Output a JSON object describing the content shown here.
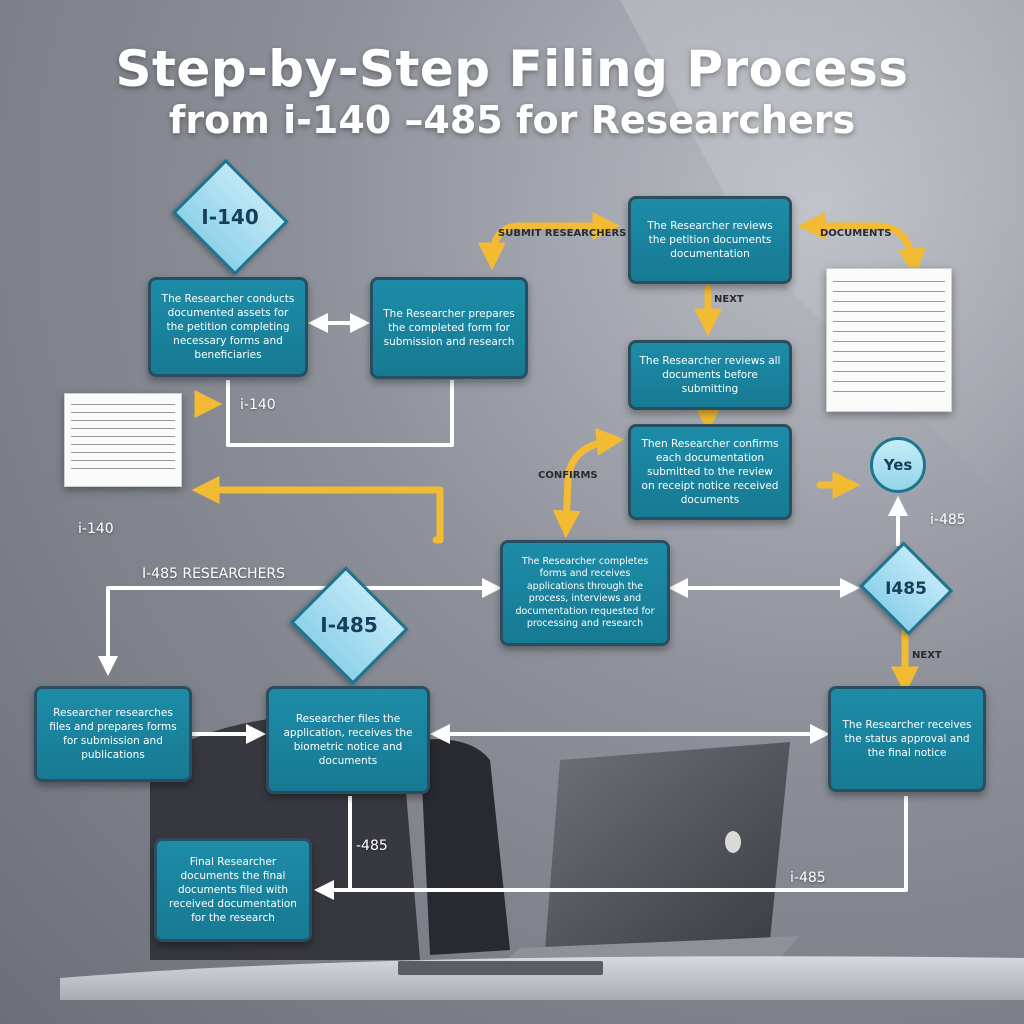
{
  "title": {
    "line1": "Step-by-Step Filing Process",
    "line2": "from i-140 –485 for Researchers"
  },
  "decisions": {
    "i140_top": "I-140",
    "i485_left": "I-485",
    "i485_right": "I485",
    "yes": "Yes"
  },
  "boxes": [
    {
      "name": "process-box-1",
      "text": "The Researcher conducts documented assets for the petition completing necessary forms and beneficiaries"
    },
    {
      "name": "process-box-2",
      "text": "The Researcher prepares the completed form for submission and research"
    },
    {
      "name": "process-box-3",
      "text": "The Researcher reviews the petition documents documentation"
    },
    {
      "name": "process-box-4",
      "text": "The Researcher reviews all documents before submitting"
    },
    {
      "name": "process-box-5",
      "text": "Then Researcher confirms each documentation submitted to the review on receipt notice received documents"
    },
    {
      "name": "process-box-6",
      "text": "The Researcher completes forms and receives applications through the process, interviews and documentation requested for processing and research"
    },
    {
      "name": "process-box-7",
      "text": "Researcher researches files and prepares forms for submission and publications"
    },
    {
      "name": "process-box-8",
      "text": "Researcher files the application, receives the biometric notice and documents"
    },
    {
      "name": "process-box-9",
      "text": "The Researcher receives the status approval and the final notice"
    },
    {
      "name": "process-box-10",
      "text": "Final Researcher documents the final documents filed with received documentation for the research"
    }
  ],
  "labels": {
    "i140_doc": "i-140",
    "i140_left": "i-140",
    "i485_researchers": "I-485 RESEARCHERS",
    "i485_right": "i-485",
    "i485_bottom_mid": "-485",
    "i485_bottom_right": "i-485"
  },
  "yellow_labels": {
    "top_left": "SUBMIT RESEARCHERS",
    "top_right": "DOCUMENTS",
    "down_top": "NEXT",
    "mid_left": "CONFIRMS",
    "down_right": "NEXT"
  },
  "colors": {
    "box_fill": "#1b87a2",
    "box_border": "#2a4e60",
    "diamond_fill": "#a9def0",
    "arrow_yellow": "#f2bb33",
    "connector": "#ffffff"
  }
}
